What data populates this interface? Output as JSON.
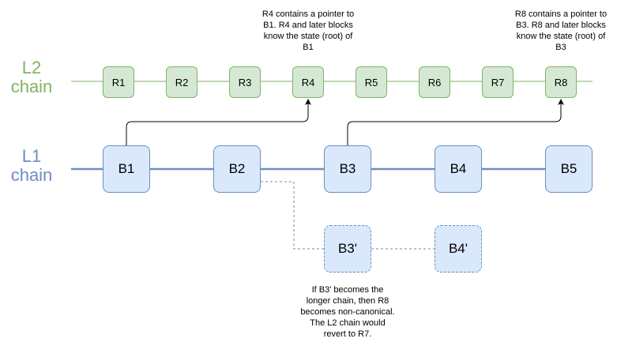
{
  "l2": {
    "label_line1": "L2",
    "label_line2": "chain",
    "color": "#82b366",
    "fill": "#d5e8d4",
    "blocks": [
      "R1",
      "R2",
      "R3",
      "R4",
      "R5",
      "R6",
      "R7",
      "R8"
    ]
  },
  "l1": {
    "label_line1": "L1",
    "label_line2": "chain",
    "color": "#6c8ebf",
    "fill": "#dae8fc",
    "blocks": [
      "B1",
      "B2",
      "B3",
      "B4",
      "B5"
    ]
  },
  "fork": {
    "blocks": [
      "B3'",
      "B4'"
    ]
  },
  "notes": {
    "r4": "R4 contains a pointer to B1. R4 and later blocks know the state (root) of B1",
    "r8": "R8 contains a pointer to B3. R8 and later blocks know the state (root) of B3",
    "fork": "If B3' becomes the longer chain, then R8 becomes non-canonical. The L2 chain would revert to R7."
  }
}
